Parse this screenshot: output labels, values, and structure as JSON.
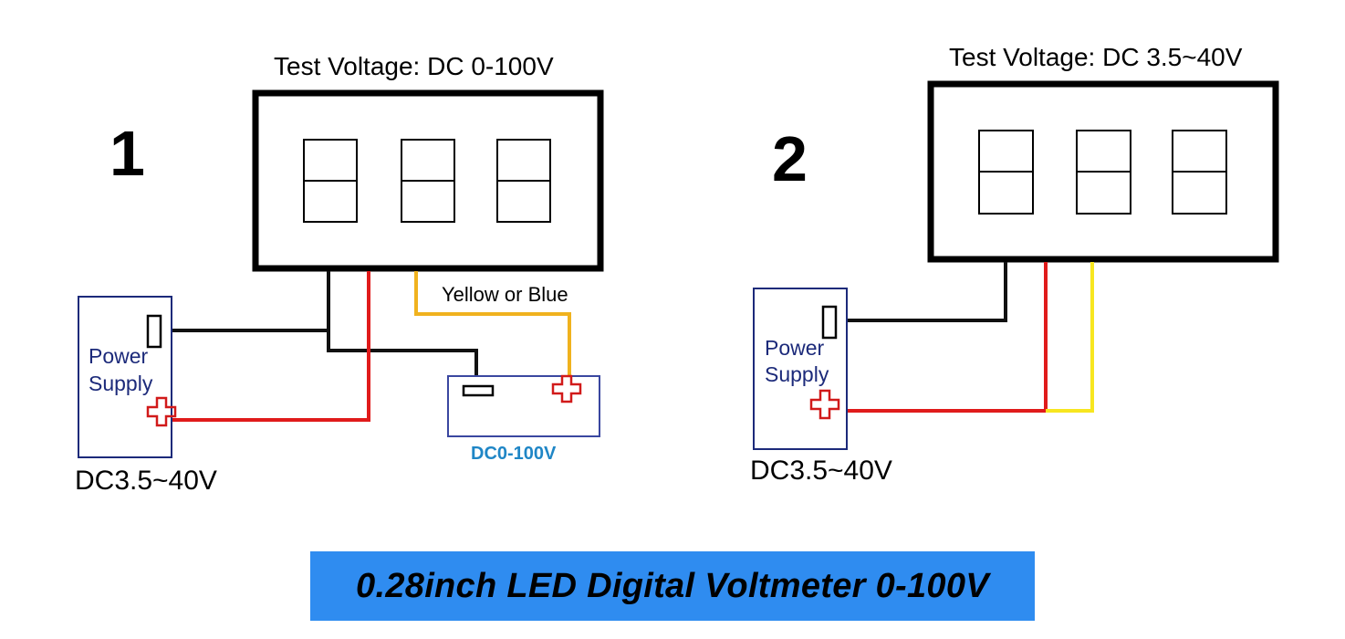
{
  "colors": {
    "wire_black": "#111111",
    "wire_red": "#e01b1b",
    "wire_orange": "#f0b21e",
    "wire_yellow": "#f7e620",
    "box_outline": "#1c2a7a",
    "plus_red": "#d11a1a",
    "battery_label": "#1f86c6",
    "banner_bg": "#2f8cf0"
  },
  "diagram1": {
    "number": "1",
    "test_voltage": "Test Voltage: DC 0-100V",
    "wire_label": "Yellow or Blue",
    "power_label_line1": "Power",
    "power_label_line2": "Supply",
    "supply_range": "DC3.5~40V",
    "battery_range": "DC0-100V"
  },
  "diagram2": {
    "number": "2",
    "test_voltage": "Test Voltage: DC 3.5~40V",
    "power_label_line1": "Power",
    "power_label_line2": "Supply",
    "supply_range": "DC3.5~40V"
  },
  "banner": {
    "title": "0.28inch LED Digital Voltmeter 0-100V"
  }
}
